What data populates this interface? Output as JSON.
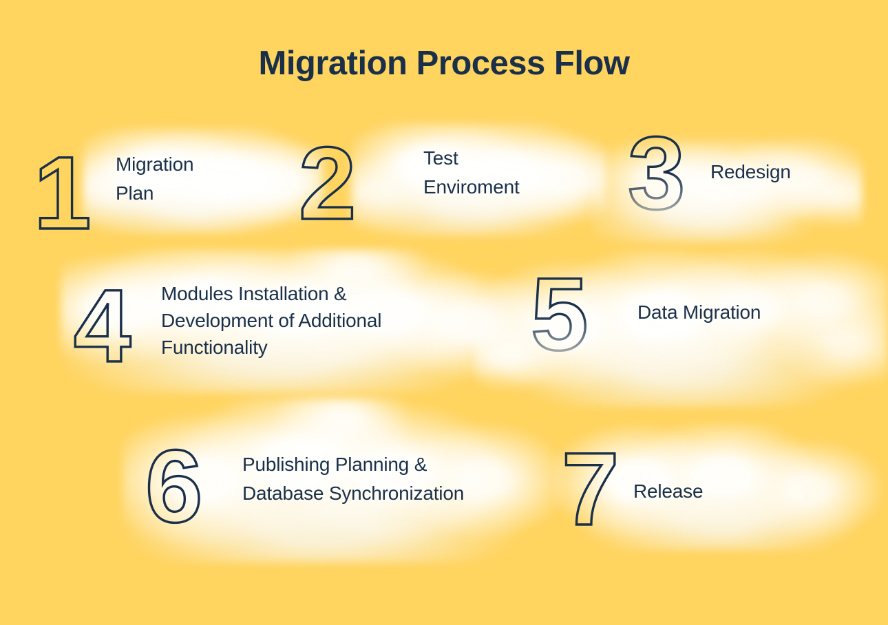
{
  "title": "Migration Process Flow",
  "colors": {
    "background": "#FFD45F",
    "text": "#1A304A",
    "number_outline": "#1A304A",
    "cloud": "#FFFFFF",
    "cloud_shadow": "#FAF3DE"
  },
  "steps": [
    {
      "number": "1",
      "label": "Migration\nPlan"
    },
    {
      "number": "2",
      "label": "Test\nEnviroment"
    },
    {
      "number": "3",
      "label": "Redesign"
    },
    {
      "number": "4",
      "label": "Modules Installation &\nDevelopment of Additional\nFunctionality"
    },
    {
      "number": "5",
      "label": "Data Migration"
    },
    {
      "number": "6",
      "label": "Publishing Planning &\nDatabase Synchronization"
    },
    {
      "number": "7",
      "label": "Release"
    }
  ]
}
